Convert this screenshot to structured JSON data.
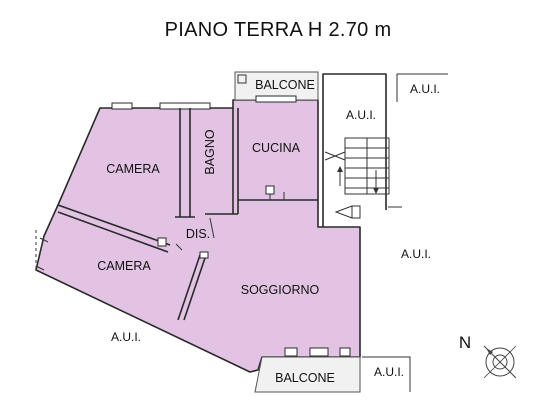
{
  "title": "PIANO TERRA H 2.70 m",
  "rooms": {
    "camera_top": "CAMERA",
    "bagno": "BAGNO",
    "cucina": "CUCINA",
    "dis": "DIS.",
    "camera_bottom": "CAMERA",
    "soggiorno": "SOGGIORNO"
  },
  "balconies": {
    "top": "BALCONE",
    "bottom": "BALCONE"
  },
  "aui": {
    "top_right": "A.U.I.",
    "stair": "A.U.I.",
    "right": "A.U.I.",
    "bottom_left": "A.U.I.",
    "bottom_right": "A.U.I."
  },
  "compass": {
    "label": "N"
  },
  "colors": {
    "room_fill": "#e3c3e3",
    "walls": "#2a2a2a",
    "background": "#ffffff"
  }
}
